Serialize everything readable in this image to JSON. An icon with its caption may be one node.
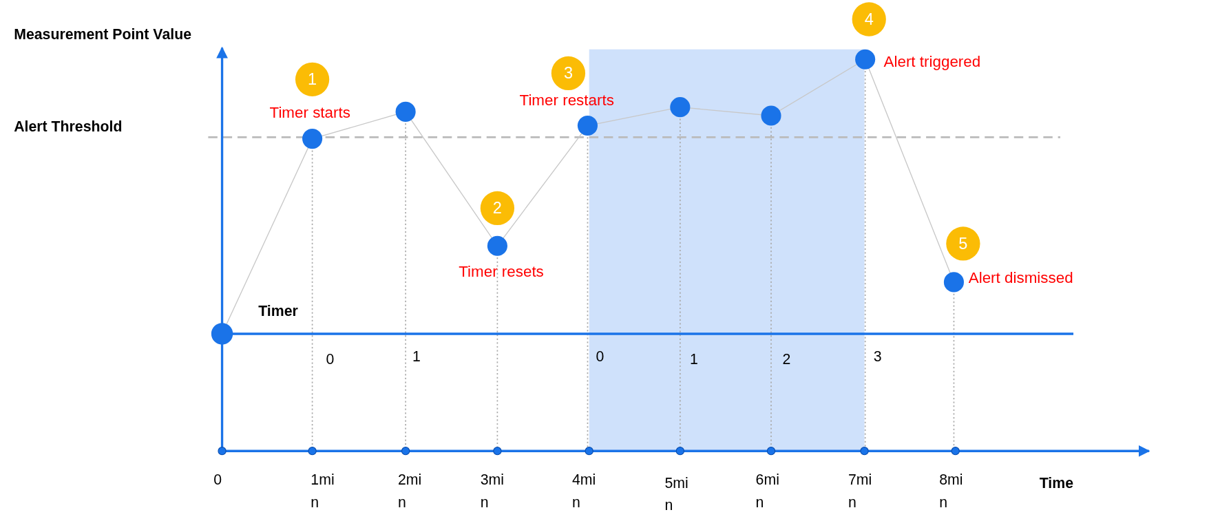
{
  "diagram": {
    "labels": [
      "4",
      "Measurement Point Value",
      "Alert triggered",
      "1",
      "3",
      "Timer starts",
      "Timer restarts",
      "Alert Threshold",
      "2",
      "Timer resets",
      "5",
      "Alert dismissed",
      "Timer",
      "0",
      "1",
      "0",
      "1",
      "2",
      "3",
      "0",
      "1min",
      "2min",
      "3min",
      "4min",
      "5min",
      "6min",
      "7min",
      "8min",
      "Time"
    ]
  }
}
